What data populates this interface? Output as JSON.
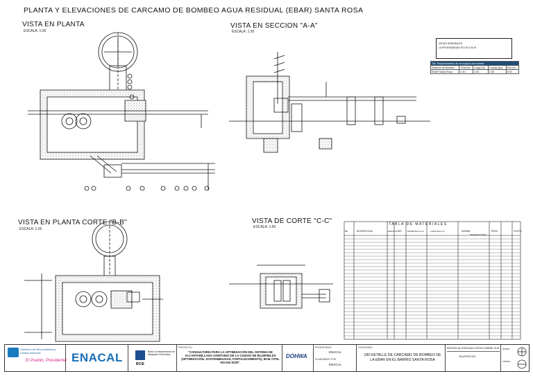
{
  "title": "PLANTA  Y ELEVACIONES DE CARCAMO  DE BOMBEO AGUA RESIDUAL (EBAR) SANTA ROSA",
  "views": {
    "planta": {
      "title": "VISTA EN PLANTA",
      "scale": "ESCALA: 1:35"
    },
    "seccion": {
      "title": "VISTA EN SECCION \"A-A\"",
      "scale": "ESCALA: 1:30"
    },
    "corte_bb": {
      "title": "VISTA EN PLANTA CORTE \"B-B\"",
      "scale": "ESCALA: 1:25"
    },
    "corte_cc": {
      "title": "VISTA DE CORTE \"C-C\"",
      "scale": "ESCALA: 1:50"
    }
  },
  "notes": {
    "heading": "NOTAS GENERALES",
    "line1": "LA PROFUNDIDAD ES DE 0.00 M"
  },
  "pump_table": {
    "title": "Tab. Requerimientos de los equipos de bombeo",
    "headers": [
      "Estación de Bombeo",
      "Potencia",
      "Carga (m)",
      "Caudal (lps)",
      "Prof (m)"
    ],
    "row": [
      "EBAR Santa Rosa",
      "0.40",
      "1.50",
      "1.50",
      "3.00"
    ]
  },
  "materials_table": {
    "title": "TABLA DE MATERIALES",
    "headers": [
      "No",
      "DESCRIPCION",
      "UNIDAD",
      "CANT.",
      "DIAMETRO (mm)",
      "LONGITUD (m)",
      "NORMA",
      "OBSERVACIONES",
      "PESO",
      "COSTO"
    ]
  },
  "title_block": {
    "org1": "Gobierno de Reconciliación y Unidad Nacional",
    "org1_slogan": "El Pueblo, Presidente!",
    "enacal": "ENACAL",
    "bcie": "BCIE",
    "bcie_name": "Banco Centroamericano de Integración Económica",
    "project_label": "PROYECTO",
    "project": "\"CONSULTORÍA PARA LA OPTIMIZACIÓN DEL SISTEMA DE ALCANTARILLADO SANITARIO DE LA CIUDAD DE BLUEFIELDS (OPTIMIZACIÓN, SOSTENIBILIDAD, FORTALECIMIENTO), BCIE CPSL NO.002-2020\".",
    "firm": "DOHWA",
    "owner1_label": "PROPIETARIO",
    "owner1": "ENACAL",
    "owner2_label": "ELABORADO POR",
    "owner2": "ENACAL",
    "sheet_label": "CONTENIDO",
    "sheet": "180-DETALLE DE CARCAMO DE BOMBEO DE LA EBAR EN EL BARRIO SANTA ROSA",
    "region": "REGIÓN AUTÓNOMA COSTA CARIBE SUR",
    "city": "BLUEFIELDS",
    "lamina_label": "LÁMINA",
    "north_label": "NORTE"
  }
}
